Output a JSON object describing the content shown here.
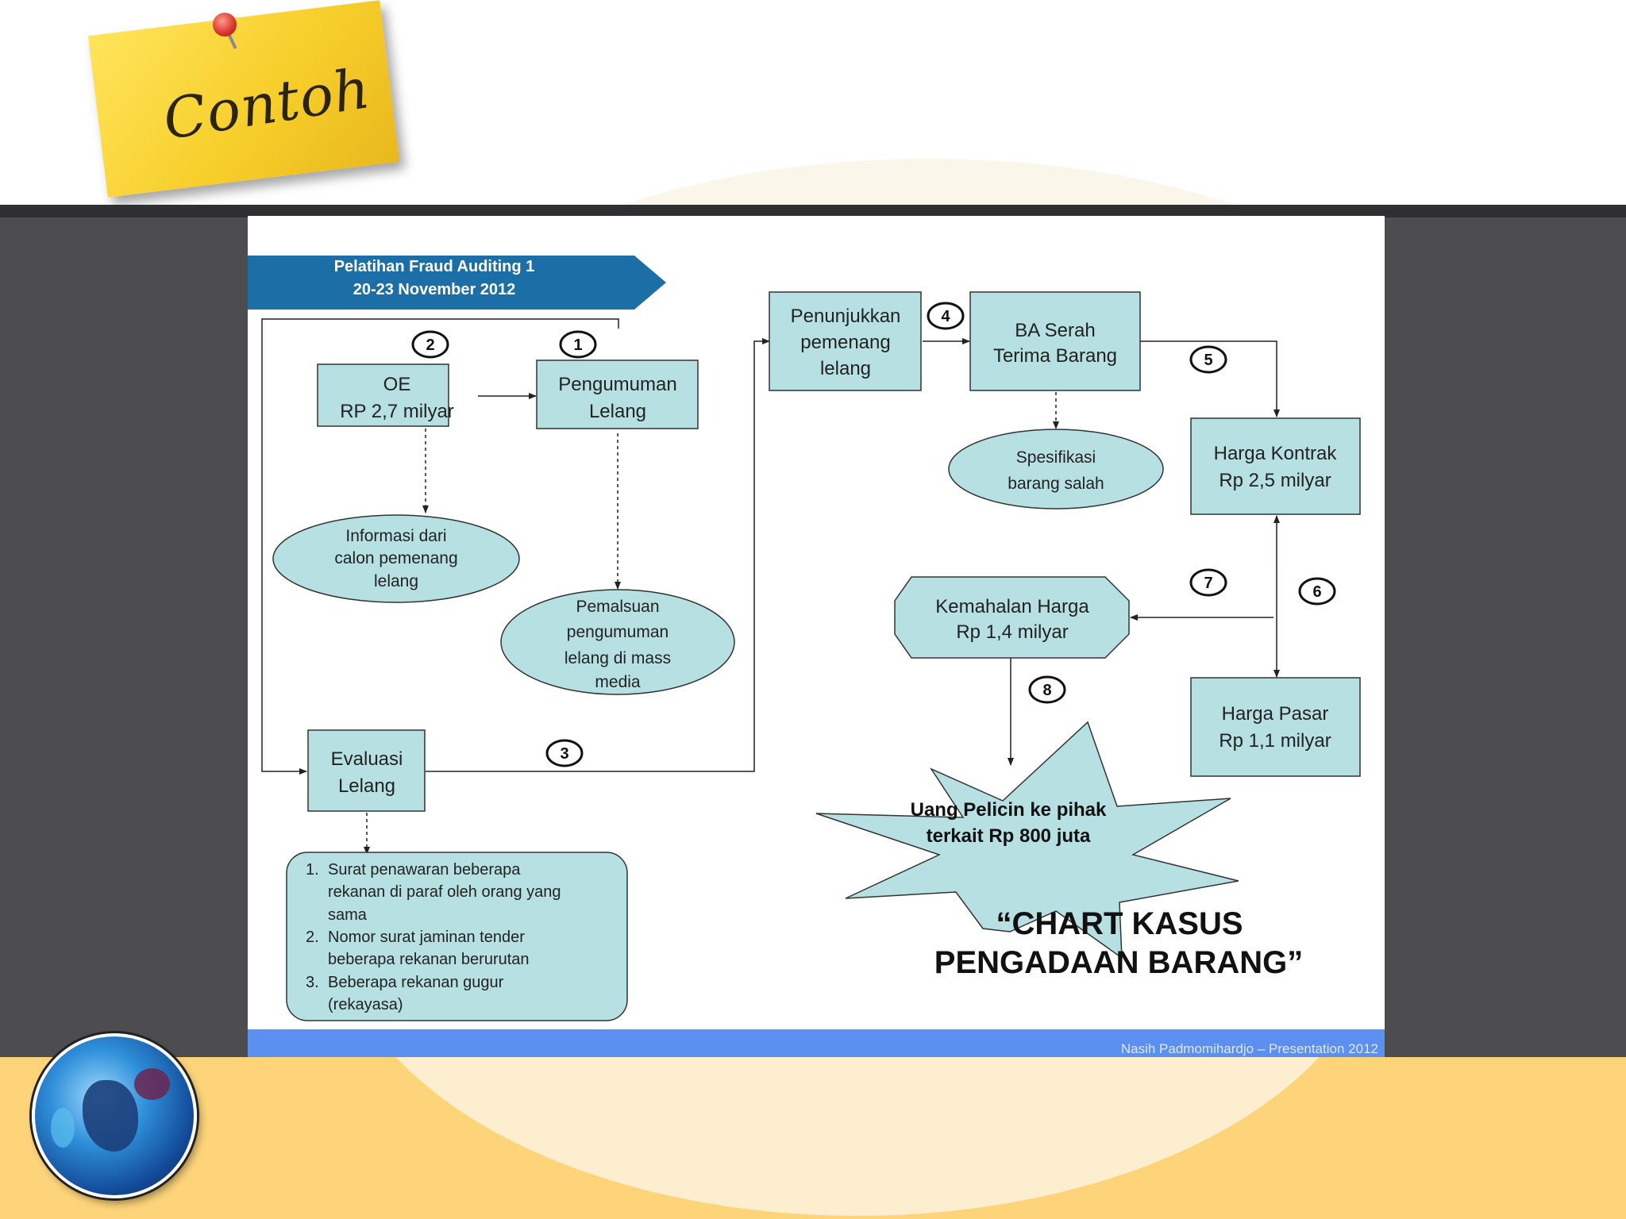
{
  "header_note": "Contoh",
  "banner": {
    "line1": "Pelatihan Fraud Auditing 1",
    "line2": "20-23 November 2012"
  },
  "nodes": {
    "oe": [
      "OE",
      "RP 2,7 milyar"
    ],
    "pengumuman": [
      "Pengumuman",
      "Lelang"
    ],
    "penunjukkan": [
      "Penunjukkan",
      "pemenang",
      "lelang"
    ],
    "ba_serah": [
      "BA Serah",
      "Terima Barang"
    ],
    "harga_kontrak": [
      "Harga Kontrak",
      "Rp 2,5 milyar"
    ],
    "harga_pasar": [
      "Harga Pasar",
      "Rp 1,1 milyar"
    ],
    "kemahalan": [
      "Kemahalan Harga",
      "Rp 1,4 milyar"
    ],
    "evaluasi": [
      "Evaluasi",
      "Lelang"
    ],
    "informasi": [
      "Informasi dari",
      "calon pemenang",
      "lelang"
    ],
    "pemalsuan": [
      "Pemalsuan",
      "pengumuman",
      "lelang di mass",
      "media"
    ],
    "spesifikasi": [
      "Spesifikasi",
      "barang salah"
    ],
    "uang_pelicin": [
      "Uang Pelicin ke pihak",
      "terkait Rp 800 juta"
    ]
  },
  "step_numbers": [
    "1",
    "2",
    "3",
    "4",
    "5",
    "6",
    "7",
    "8"
  ],
  "findings": [
    {
      "num": "1.",
      "lines": [
        "Surat penawaran beberapa",
        "rekanan di paraf oleh orang yang",
        "sama"
      ]
    },
    {
      "num": "2.",
      "lines": [
        "Nomor surat jaminan tender",
        "beberapa rekanan berurutan"
      ]
    },
    {
      "num": "3.",
      "lines": [
        "Beberapa rekanan gugur",
        "(rekayasa)"
      ]
    }
  ],
  "chart_title": [
    "“CHART KASUS",
    "PENGADAAN BARANG”"
  ],
  "footer_credit": "Nasih Padmomihardjo – Presentation 2012",
  "colors": {
    "box_fill": "#b7e0e3",
    "banner": "#1c6fa6",
    "footer_bar": "#5b8ff0",
    "dark_band": "#4d4d4f",
    "bottom_band": "#fdd47a"
  }
}
